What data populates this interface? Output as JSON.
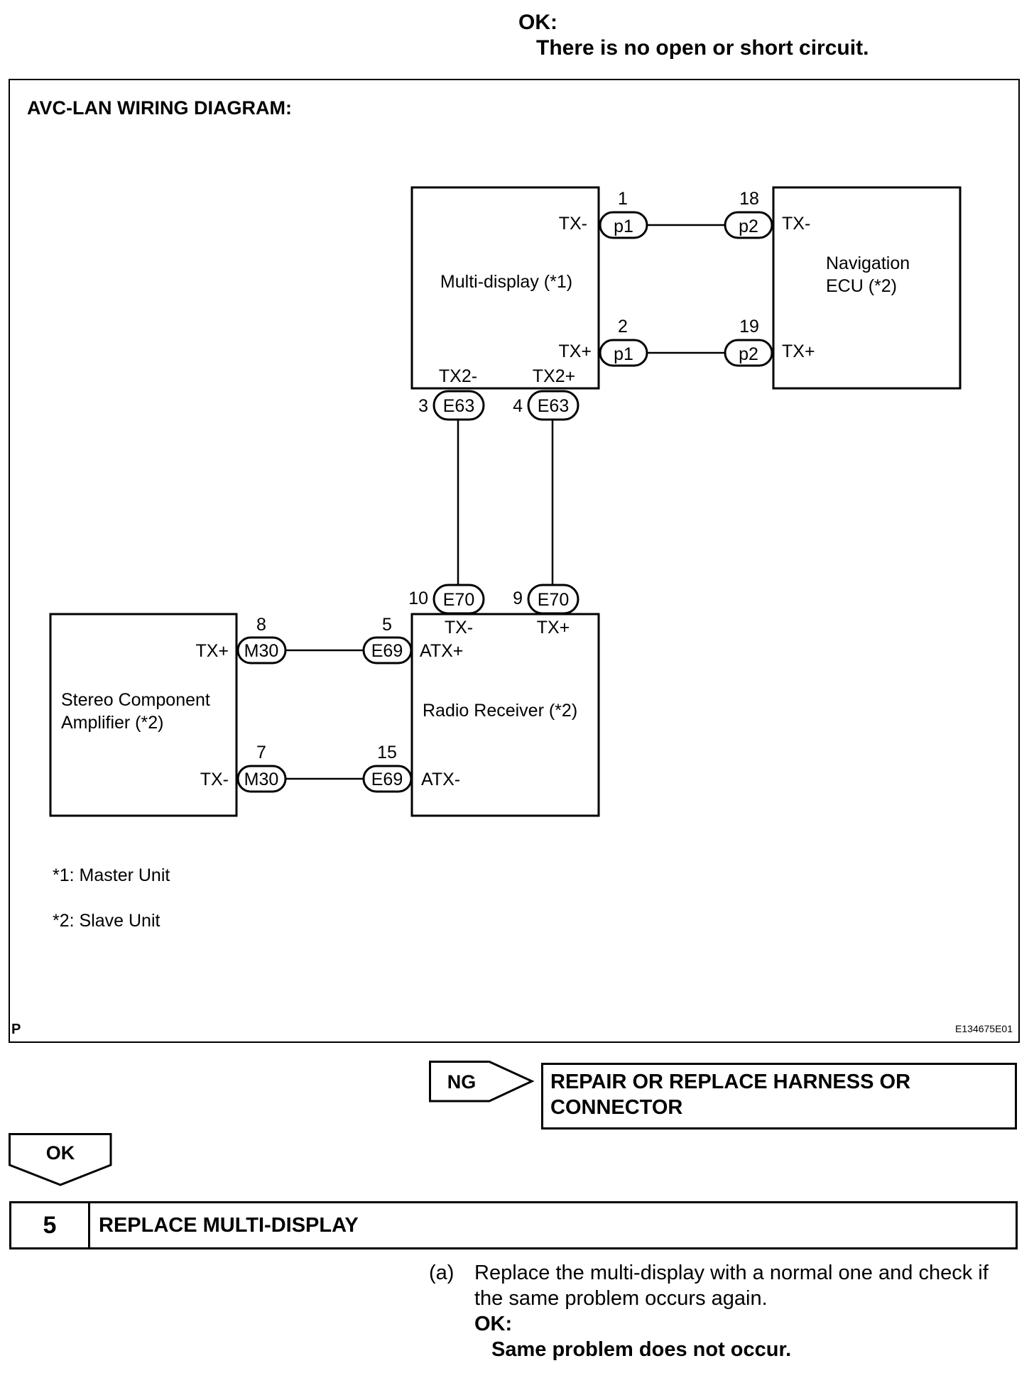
{
  "top_result": {
    "label": "OK:",
    "text": "There is no open or short circuit."
  },
  "diagram": {
    "title": "AVC-LAN WIRING DIAGRAM:",
    "components": {
      "multi_display": "Multi-display (*1)",
      "navigation_ecu_line1": "Navigation",
      "navigation_ecu_line2": "ECU (*2)",
      "radio_receiver": "Radio Receiver (*2)",
      "amplifier_line1": "Stereo Component",
      "amplifier_line2": "Amplifier (*2)"
    },
    "terminals": {
      "md_tx_minus": "TX-",
      "md_tx_plus": "TX+",
      "md_tx2_minus": "TX2-",
      "md_tx2_plus": "TX2+",
      "nav_tx_minus": "TX-",
      "nav_tx_plus": "TX+",
      "rr_tx_minus": "TX-",
      "rr_tx_plus": "TX+",
      "rr_atx_plus": "ATX+",
      "rr_atx_minus": "ATX-",
      "amp_tx_plus": "TX+",
      "amp_tx_minus": "TX-"
    },
    "connectors": {
      "p1_a": "p1",
      "p1_b": "p1",
      "p2_a": "p2",
      "p2_b": "p2",
      "e63_a": "E63",
      "e63_b": "E63",
      "e70_a": "E70",
      "e70_b": "E70",
      "e69_a": "E69",
      "e69_b": "E69",
      "m30_a": "M30",
      "m30_b": "M30"
    },
    "pins": {
      "p1_a": "1",
      "p1_b": "2",
      "p2_a": "18",
      "p2_b": "19",
      "e63_a": "3",
      "e63_b": "4",
      "e70_a": "10",
      "e70_b": "9",
      "e69_a": "5",
      "e69_b": "15",
      "m30_a": "8",
      "m30_b": "7"
    },
    "notes": [
      "*1: Master Unit",
      "*2: Slave Unit"
    ],
    "corner_label": "P",
    "figure_code": "E134675E01"
  },
  "ng_branch": {
    "label": "NG",
    "action_line1": "REPAIR OR REPLACE HARNESS OR",
    "action_line2": "CONNECTOR"
  },
  "ok_branch": {
    "label": "OK"
  },
  "step": {
    "number": "5",
    "title": "REPLACE MULTI-DISPLAY"
  },
  "instruction": {
    "marker": "(a)",
    "line1": "Replace the multi-display with a normal one and check if",
    "line2": "the same problem occurs again.",
    "ok_label": "OK:",
    "ok_text": "Same problem does not occur."
  }
}
